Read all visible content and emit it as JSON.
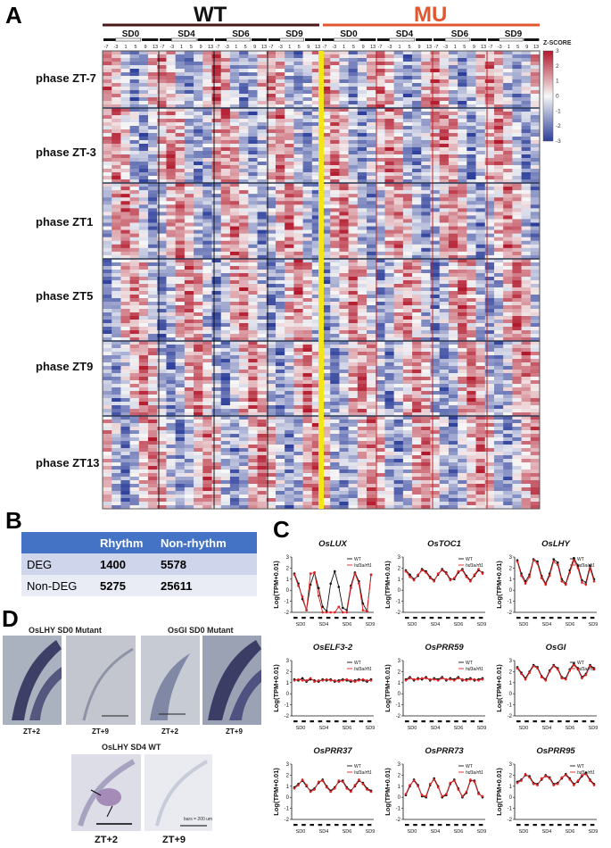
{
  "panel_letters": {
    "a": "A",
    "b": "B",
    "c": "C",
    "d": "D"
  },
  "heatmap": {
    "groups": [
      {
        "label": "WT",
        "color": "#4a1a1a"
      },
      {
        "label": "MU",
        "color": "#e2572f"
      }
    ],
    "stages": [
      "SD0",
      "SD4",
      "SD6",
      "SD9",
      "SD0",
      "SD4",
      "SD6",
      "SD9"
    ],
    "zt_ticks": [
      "-7",
      "-3",
      "1",
      "5",
      "9",
      "13"
    ],
    "phases": [
      "phase ZT-7",
      "phase ZT-3",
      "phase ZT1",
      "phase ZT5",
      "phase ZT9",
      "phase ZT13"
    ],
    "colorbar": {
      "title": "Z-SCORE",
      "ticks": [
        "3",
        "2",
        "1",
        "0",
        "-1",
        "-2",
        "-3"
      ],
      "high": "#b2182b",
      "mid": "#f7f7f7",
      "low": "#2c3e9a"
    },
    "divider_color": "#f2e51a"
  },
  "table": {
    "headers": [
      "",
      "Rhythm",
      "Non-rhythm"
    ],
    "rows": [
      {
        "label": "DEG",
        "rhythm": "1400",
        "non_rhythm": "5578"
      },
      {
        "label": "Non-DEG",
        "rhythm": "5275",
        "non_rhythm": "25611"
      }
    ]
  },
  "chart_data": [
    {
      "type": "line",
      "title": "OsLUX",
      "ylabel": "Log(TPM+0.01)",
      "ylim": [
        -2,
        3
      ],
      "yticks": [
        "3",
        "2",
        "1",
        "0",
        "-1",
        "-2"
      ],
      "categories": [
        "SD0",
        "SD4",
        "SD6",
        "SD9"
      ],
      "legend": [
        "WT",
        "hd3a/rft1"
      ],
      "series": [
        {
          "name": "WT",
          "values": [
            1.5,
            0.6,
            -0.8,
            -1.8,
            0.5,
            1.6,
            0.2,
            -1.5,
            -1.9,
            0.6,
            1.7,
            0.3,
            -1.6,
            -1.8,
            0.4,
            1.6,
            0.8,
            -1.2,
            -1.9,
            1.4
          ]
        },
        {
          "name": "hd3a/rft1",
          "values": [
            1.4,
            0.4,
            -0.6,
            -1.8,
            1.5,
            1.6,
            -0.5,
            -2.0,
            -2.0,
            -2.0,
            -2.0,
            -1.5,
            -2.0,
            -2.0,
            0.2,
            1.5,
            0.6,
            -1.8,
            -1.9,
            1.4
          ]
        }
      ]
    },
    {
      "type": "line",
      "title": "OsTOC1",
      "ylabel": "Log(TPM+0.01)",
      "ylim": [
        -2,
        3
      ],
      "yticks": [
        "3",
        "2",
        "1",
        "0",
        "-1",
        "-2"
      ],
      "categories": [
        "SD0",
        "SD4",
        "SD6",
        "SD9"
      ],
      "legend": [
        "WT",
        "hd3a/rft1"
      ],
      "series": [
        {
          "name": "WT",
          "values": [
            1.8,
            1.4,
            1.0,
            1.3,
            1.9,
            1.7,
            1.2,
            0.9,
            1.4,
            1.9,
            1.6,
            1.0,
            1.0,
            1.6,
            1.9,
            1.3,
            0.9,
            1.3,
            1.8,
            1.6
          ]
        },
        {
          "name": "hd3a/rft1",
          "values": [
            1.7,
            1.2,
            0.9,
            1.4,
            1.8,
            1.6,
            1.1,
            0.8,
            1.5,
            1.8,
            1.5,
            0.9,
            1.1,
            1.7,
            1.8,
            1.2,
            0.8,
            1.4,
            1.9,
            1.5
          ]
        }
      ]
    },
    {
      "type": "line",
      "title": "OsLHY",
      "ylabel": "Log(TPM+0.01)",
      "ylim": [
        -2,
        3
      ],
      "yticks": [
        "3",
        "2",
        "1",
        "0",
        "-1",
        "-2"
      ],
      "categories": [
        "SD0",
        "SD4",
        "SD6",
        "SD9"
      ],
      "legend": [
        "WT",
        "hd3a/rft1"
      ],
      "series": [
        {
          "name": "WT",
          "values": [
            2.7,
            1.5,
            0.8,
            1.4,
            2.8,
            2.6,
            1.3,
            0.6,
            1.5,
            2.8,
            2.5,
            1.0,
            0.6,
            1.8,
            2.9,
            2.2,
            0.9,
            0.7,
            2.2,
            1.0
          ]
        },
        {
          "name": "hd3a/rft1",
          "values": [
            2.6,
            1.3,
            0.6,
            1.2,
            2.7,
            2.4,
            1.1,
            0.5,
            1.3,
            2.6,
            2.3,
            0.8,
            0.5,
            1.6,
            2.7,
            2.0,
            0.7,
            0.5,
            2.0,
            0.8
          ]
        }
      ]
    },
    {
      "type": "line",
      "title": "OsELF3-2",
      "ylabel": "Log(TPM+0.01)",
      "ylim": [
        -2,
        3
      ],
      "yticks": [
        "3",
        "2",
        "1",
        "0",
        "-1",
        "-2"
      ],
      "categories": [
        "SD0",
        "SD4",
        "SD6",
        "SD9"
      ],
      "legend": [
        "WT",
        "hd3a/rft1"
      ],
      "series": [
        {
          "name": "WT",
          "values": [
            1.3,
            1.2,
            1.4,
            1.1,
            1.3,
            1.2,
            1.1,
            1.3,
            1.2,
            1.3,
            1.1,
            1.2,
            1.3,
            1.2,
            1.1,
            1.2,
            1.3,
            1.2,
            1.1,
            1.3
          ]
        },
        {
          "name": "hd3a/rft1",
          "values": [
            1.2,
            1.3,
            1.2,
            1.2,
            1.4,
            1.1,
            1.2,
            1.2,
            1.3,
            1.2,
            1.2,
            1.1,
            1.2,
            1.3,
            1.2,
            1.1,
            1.2,
            1.3,
            1.2,
            1.2
          ]
        }
      ]
    },
    {
      "type": "line",
      "title": "OsPRR59",
      "ylabel": "Log(TPM+0.01)",
      "ylim": [
        -2,
        3
      ],
      "yticks": [
        "3",
        "2",
        "1",
        "0",
        "-1",
        "-2"
      ],
      "categories": [
        "SD0",
        "SD4",
        "SD6",
        "SD9"
      ],
      "legend": [
        "WT",
        "hd3a/rft1"
      ],
      "series": [
        {
          "name": "WT",
          "values": [
            1.3,
            1.5,
            1.2,
            1.4,
            1.3,
            1.5,
            1.2,
            1.4,
            1.3,
            1.5,
            1.2,
            1.4,
            1.3,
            1.5,
            1.2,
            1.3,
            1.4,
            1.2,
            1.3,
            1.4
          ]
        },
        {
          "name": "hd3a/rft1",
          "values": [
            1.2,
            1.4,
            1.3,
            1.3,
            1.4,
            1.4,
            1.3,
            1.3,
            1.2,
            1.4,
            1.3,
            1.3,
            1.2,
            1.4,
            1.3,
            1.2,
            1.3,
            1.3,
            1.2,
            1.3
          ]
        }
      ]
    },
    {
      "type": "line",
      "title": "OsGI",
      "ylabel": "Log(TPM+0.01)",
      "ylim": [
        -2,
        3
      ],
      "yticks": [
        "3",
        "2",
        "1",
        "0",
        "-1",
        "-2"
      ],
      "categories": [
        "SD0",
        "SD4",
        "SD6",
        "SD9"
      ],
      "legend": [
        "WT",
        "hd3a/rft1"
      ],
      "series": [
        {
          "name": "WT",
          "values": [
            2.4,
            1.9,
            1.4,
            2.0,
            2.6,
            2.4,
            1.6,
            1.3,
            2.1,
            2.6,
            2.3,
            1.5,
            1.4,
            2.2,
            2.7,
            2.3,
            1.5,
            1.8,
            2.6,
            2.3
          ]
        },
        {
          "name": "hd3a/rft1",
          "values": [
            2.3,
            1.8,
            1.3,
            1.9,
            2.5,
            2.3,
            1.5,
            1.2,
            2.0,
            2.5,
            2.2,
            1.4,
            1.3,
            2.1,
            2.6,
            2.2,
            1.4,
            1.7,
            2.5,
            2.2
          ]
        }
      ]
    },
    {
      "type": "line",
      "title": "OsPRR37",
      "ylabel": "Log(TPM+0.01)",
      "ylim": [
        -2,
        3
      ],
      "yticks": [
        "3",
        "2",
        "1",
        "0",
        "-1",
        "-2"
      ],
      "categories": [
        "SD0",
        "SD4",
        "SD6",
        "SD9"
      ],
      "legend": [
        "WT",
        "hd3a/rft1"
      ],
      "series": [
        {
          "name": "WT",
          "values": [
            0.9,
            1.2,
            1.5,
            1.0,
            0.6,
            0.8,
            1.3,
            1.6,
            1.0,
            0.6,
            0.9,
            1.4,
            1.5,
            0.9,
            0.6,
            1.0,
            1.5,
            1.3,
            0.8,
            0.6
          ]
        },
        {
          "name": "hd3a/rft1",
          "values": [
            0.8,
            1.1,
            1.6,
            1.1,
            0.5,
            0.7,
            1.4,
            1.5,
            0.9,
            0.5,
            0.8,
            1.5,
            1.4,
            0.8,
            0.5,
            1.1,
            1.6,
            1.2,
            0.7,
            0.5
          ]
        }
      ]
    },
    {
      "type": "line",
      "title": "OsPRR73",
      "ylabel": "Log(TPM+0.01)",
      "ylim": [
        -2,
        3
      ],
      "yticks": [
        "3",
        "2",
        "1",
        "0",
        "-1",
        "-2"
      ],
      "categories": [
        "SD0",
        "SD4",
        "SD6",
        "SD9"
      ],
      "legend": [
        "WT",
        "hd3a/rft1"
      ],
      "series": [
        {
          "name": "WT",
          "values": [
            0.2,
            1.0,
            1.6,
            1.1,
            0.1,
            0.0,
            1.1,
            1.7,
            1.0,
            0.0,
            0.2,
            1.2,
            1.6,
            0.8,
            0.0,
            0.4,
            1.5,
            1.5,
            0.4,
            0.0
          ]
        },
        {
          "name": "hd3a/rft1",
          "values": [
            0.3,
            1.1,
            1.5,
            1.0,
            0.2,
            0.1,
            1.2,
            1.6,
            0.9,
            0.1,
            0.3,
            1.3,
            1.5,
            0.7,
            0.1,
            0.5,
            1.6,
            1.4,
            0.3,
            0.1
          ]
        }
      ]
    },
    {
      "type": "line",
      "title": "OsPRR95",
      "ylabel": "Log(TPM+0.01)",
      "ylim": [
        -2,
        3
      ],
      "yticks": [
        "3",
        "2",
        "1",
        "0",
        "-1",
        "-2"
      ],
      "categories": [
        "SD0",
        "SD4",
        "SD6",
        "SD9"
      ],
      "legend": [
        "WT",
        "hd3a/rft1"
      ],
      "series": [
        {
          "name": "WT",
          "values": [
            1.4,
            1.6,
            2.0,
            1.9,
            1.3,
            1.2,
            1.6,
            2.0,
            1.8,
            1.2,
            1.3,
            1.7,
            2.1,
            1.7,
            1.2,
            1.4,
            1.9,
            2.2,
            1.6,
            1.2
          ]
        },
        {
          "name": "hd3a/rft1",
          "values": [
            1.3,
            1.5,
            2.1,
            1.8,
            1.2,
            1.1,
            1.7,
            1.9,
            1.7,
            1.1,
            1.2,
            1.8,
            2.0,
            1.6,
            1.1,
            1.5,
            2.0,
            2.1,
            1.5,
            1.1
          ]
        }
      ]
    }
  ],
  "ish": {
    "top_left": {
      "title": "OsLHY SD0 Mutant",
      "labels": [
        "ZT+2",
        "ZT+9"
      ]
    },
    "top_right": {
      "title": "OsGI SD0 Mutant",
      "labels": [
        "ZT+2",
        "ZT+9"
      ]
    },
    "bottom": {
      "title": "OsLHY SD4 WT",
      "labels": [
        "ZT+2",
        "ZT+9"
      ],
      "scale": "bars = 200 um"
    }
  }
}
